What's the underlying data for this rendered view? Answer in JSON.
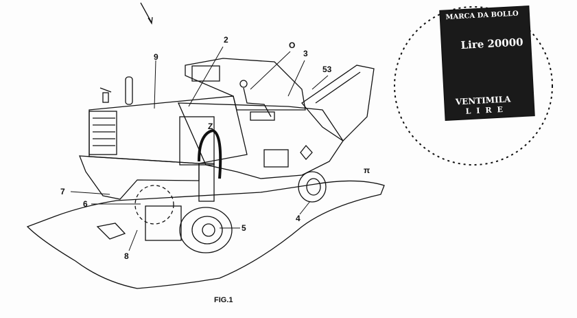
{
  "figure": {
    "caption": "FIG.1",
    "labels": {
      "l2": "2",
      "lO": "O",
      "l3": "3",
      "l53": "53",
      "l9": "9",
      "lZ": "Z",
      "l7": "7",
      "l6": "6",
      "l8": "8",
      "l5": "5",
      "l4": "4",
      "lpi": "π"
    }
  },
  "stamp": {
    "header": "MARCA DA BOLLO",
    "value": "Lire 20000",
    "footer_top": "VENTIMILA",
    "footer_bottom": "LIRE"
  }
}
